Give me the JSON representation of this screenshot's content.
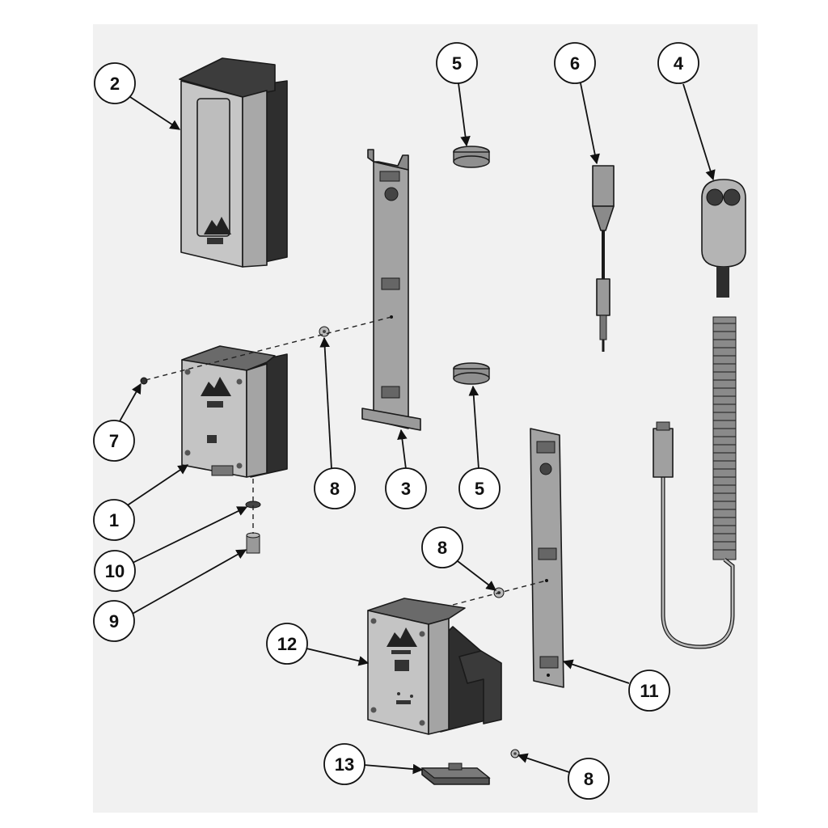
{
  "background_color": "#f1f1f1",
  "colors": {
    "light_gray": "#c9c9c9",
    "mid_gray": "#9e9e9e",
    "dark_gray": "#3a3a3a",
    "black": "#1a1a1a"
  },
  "callouts": {
    "c2": "2",
    "c5_top": "5",
    "c6": "6",
    "c4": "4",
    "c7": "7",
    "c1": "1",
    "c8_mid": "8",
    "c3": "3",
    "c5_mid": "5",
    "c10": "10",
    "c9": "9",
    "c8_low": "8",
    "c12": "12",
    "c11": "11",
    "c13": "13",
    "c8_bottom": "8"
  }
}
